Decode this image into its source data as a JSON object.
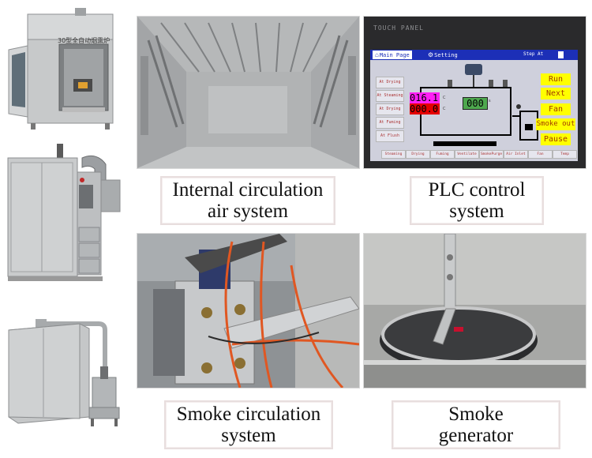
{
  "captions": {
    "internal_line1": "Internal circulation",
    "internal_line2": "air system",
    "plc_line1": "PLC control",
    "plc_line2": "system",
    "smoke_circ_line1": "Smoke circulation",
    "smoke_circ_line2": "system",
    "smoke_gen_line1": "Smoke",
    "smoke_gen_line2": "generator"
  },
  "machine_top": {
    "label": "30型全自动烟熏炉"
  },
  "plc": {
    "panel_label": "TOUCH PANEL",
    "tab_main": "Main Page",
    "tab_setting": "Setting",
    "step_label": "Step At",
    "temp_value": "016.1",
    "set_value": "000.0",
    "timer_value": "000",
    "temp_unit_1": "C",
    "temp_unit_2": "C",
    "timer_unit": "s",
    "buttons": [
      "Run",
      "Next",
      "Fan",
      "Smoke out",
      "Pause"
    ],
    "side_items": [
      "At Drying",
      "At Steaming",
      "At Drying",
      "At Fuming",
      "At Flush"
    ],
    "bottom_tabs": [
      "Steaming",
      "Drying",
      "Fuming",
      "Ventilate",
      "SmokePurge",
      "Air Inlet",
      "Fan",
      "Temp"
    ]
  },
  "colors": {
    "caption_border": "#e8dede",
    "plc_bg": "#cfd0dc",
    "plc_blue": "#1c2fb7",
    "plc_yellow": "#ffff00",
    "plc_magenta": "#ff1ef5",
    "plc_red": "#e40000",
    "plc_green": "#4ea84e",
    "steel": "#b9bcbe"
  }
}
